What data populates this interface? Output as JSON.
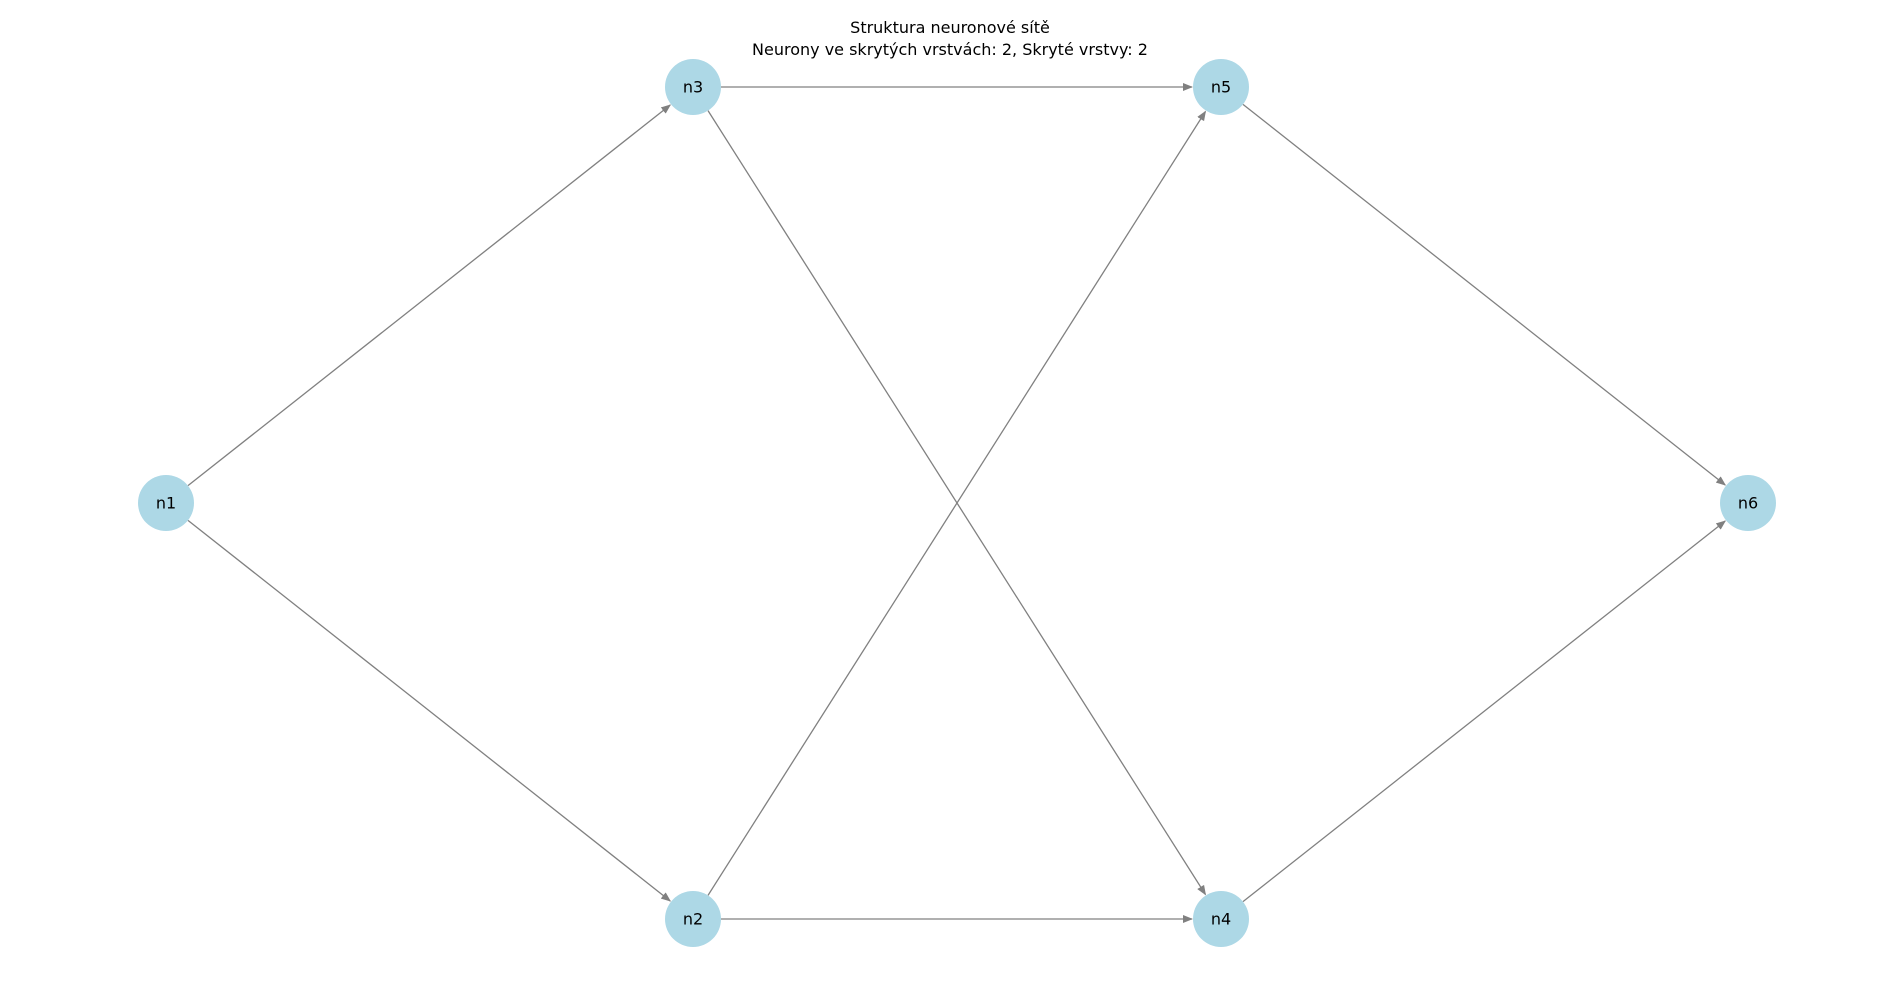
{
  "diagram": {
    "title": "Struktura neuronové sítě",
    "subtitle": "Neurony ve skrytých vrstvách: 2, Skryté vrstvy: 2",
    "node_color": "#add8e6",
    "edge_color": "#808080",
    "label_color": "#000000",
    "nodes": [
      {
        "id": "n1",
        "label": "n1"
      },
      {
        "id": "n2",
        "label": "n2"
      },
      {
        "id": "n3",
        "label": "n3"
      },
      {
        "id": "n4",
        "label": "n4"
      },
      {
        "id": "n5",
        "label": "n5"
      },
      {
        "id": "n6",
        "label": "n6"
      }
    ],
    "edges": [
      {
        "from": "n1",
        "to": "n3"
      },
      {
        "from": "n1",
        "to": "n2"
      },
      {
        "from": "n3",
        "to": "n5"
      },
      {
        "from": "n3",
        "to": "n4"
      },
      {
        "from": "n2",
        "to": "n5"
      },
      {
        "from": "n2",
        "to": "n4"
      },
      {
        "from": "n5",
        "to": "n6"
      },
      {
        "from": "n4",
        "to": "n6"
      }
    ]
  }
}
